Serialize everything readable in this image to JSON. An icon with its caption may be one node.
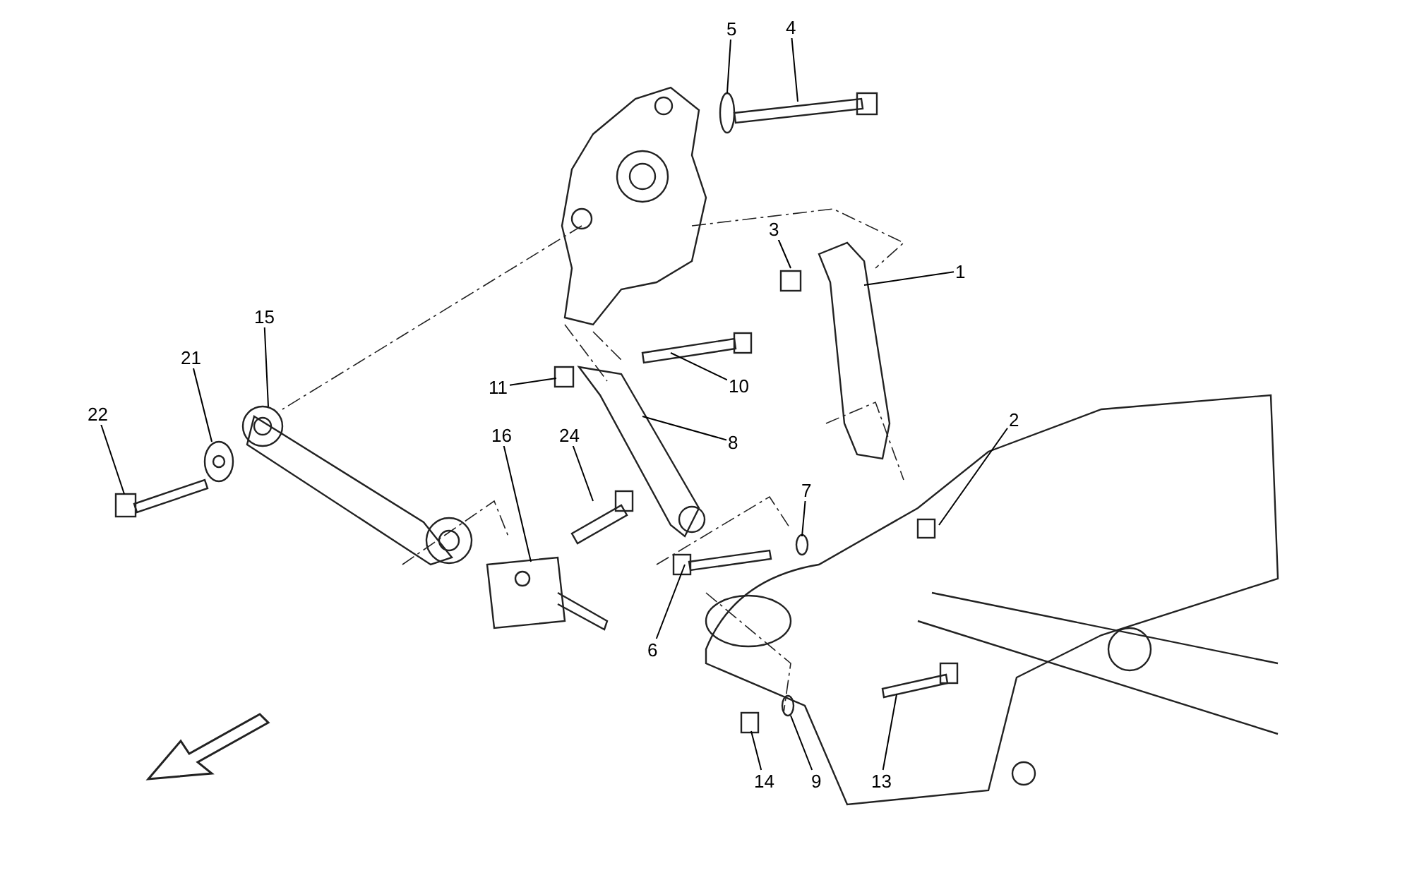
{
  "diagram": {
    "nodes": [
      {
        "text": [
          "1"
        ]
      },
      {
        "text": [
          "2"
        ]
      },
      {
        "text": [
          "3"
        ]
      },
      {
        "text": [
          "4"
        ]
      },
      {
        "text": [
          "5"
        ]
      },
      {
        "text": [
          "6"
        ]
      },
      {
        "text": [
          "7"
        ]
      },
      {
        "text": [
          "8"
        ]
      },
      {
        "text": [
          "9"
        ]
      },
      {
        "text": [
          "10"
        ]
      },
      {
        "text": [
          "11"
        ]
      },
      {
        "text": [
          "13"
        ]
      },
      {
        "text": [
          "14"
        ]
      },
      {
        "text": [
          "15"
        ]
      },
      {
        "text": [
          "16"
        ]
      },
      {
        "text": [
          "21"
        ]
      },
      {
        "text": [
          "22"
        ]
      },
      {
        "text": [
          "24"
        ]
      }
    ],
    "edges": [
      {
        "from": 0,
        "to": null,
        "arrow": "none"
      },
      {
        "from": 1,
        "to": null,
        "arrow": "none"
      },
      {
        "from": 2,
        "to": null,
        "arrow": "none"
      },
      {
        "from": 3,
        "to": null,
        "arrow": "none"
      },
      {
        "from": 4,
        "to": null,
        "arrow": "none"
      },
      {
        "from": 5,
        "to": null,
        "arrow": "none"
      },
      {
        "from": 6,
        "to": null,
        "arrow": "none"
      },
      {
        "from": 7,
        "to": null,
        "arrow": "none"
      },
      {
        "from": 8,
        "to": null,
        "arrow": "none"
      },
      {
        "from": 9,
        "to": null,
        "arrow": "none"
      },
      {
        "from": 10,
        "to": null,
        "arrow": "none"
      },
      {
        "from": 11,
        "to": null,
        "arrow": "none"
      },
      {
        "from": 12,
        "to": null,
        "arrow": "none"
      },
      {
        "from": 13,
        "to": null,
        "arrow": "none"
      },
      {
        "from": 14,
        "to": null,
        "arrow": "none"
      },
      {
        "from": 15,
        "to": null,
        "arrow": "none"
      },
      {
        "from": 16,
        "to": null,
        "arrow": "none"
      },
      {
        "from": 17,
        "to": null,
        "arrow": "none"
      }
    ]
  }
}
